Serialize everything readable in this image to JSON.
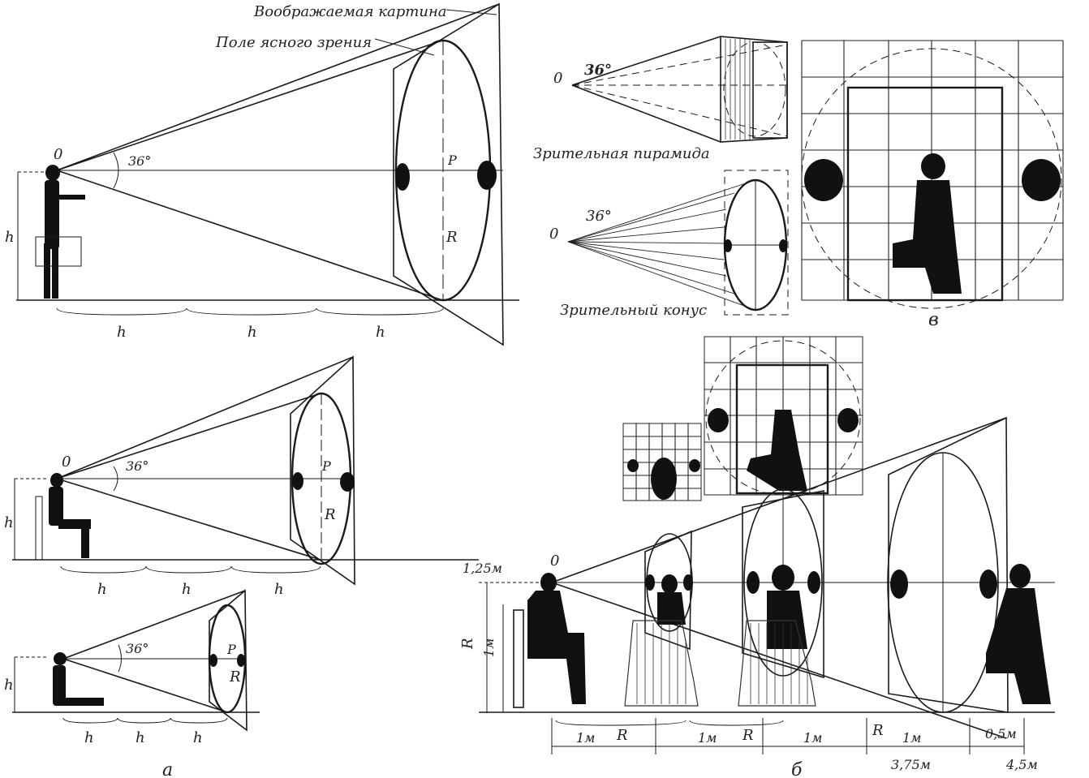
{
  "labels": {
    "imaginary_picture": "Воображаемая картина",
    "field_clear_vision": "Поле ясного зрения",
    "visual_pyramid": "Зрительная пирамида",
    "visual_cone": "Зрительный конус",
    "eye_point": "0",
    "angle": "36°",
    "principal_point": "P",
    "radius": "R",
    "height": "h",
    "caption_a": "а",
    "caption_b": "б",
    "caption_v": "в"
  },
  "panel_b": {
    "eye_height": "1,25м",
    "height_1m": "1м",
    "radius_vertical": "R",
    "distances": [
      "1м",
      "R",
      "1м",
      "R",
      "1м",
      "R",
      "1м",
      "0,5м"
    ],
    "bottom_dims": [
      "3,75м",
      "4,5м"
    ]
  }
}
